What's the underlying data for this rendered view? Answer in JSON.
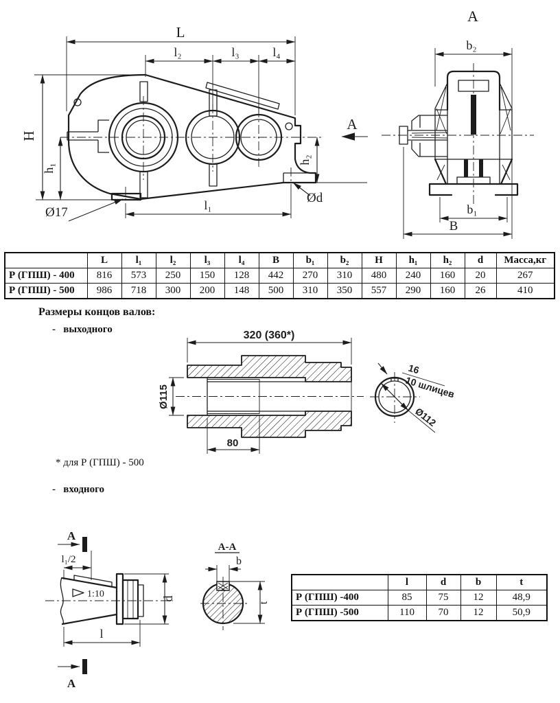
{
  "side": {
    "L": "L",
    "l2": "l₂",
    "l3": "l₃",
    "l4": "l₄",
    "H": "H",
    "h1": "h₁",
    "h2": "h₂",
    "l1": "l₁",
    "dia17": "Ø17",
    "diad": "Ød",
    "view": "А"
  },
  "end": {
    "view": "А",
    "b2": "b₂",
    "b1": "b₁",
    "B": "B"
  },
  "main_table": {
    "headers": [
      "",
      "L",
      "l₁",
      "l₂",
      "l₃",
      "l₄",
      "B",
      "b₁",
      "b₂",
      "H",
      "h₁",
      "h₂",
      "d",
      "Масса,кг"
    ],
    "rows": [
      [
        "Р (ГПШ) - 400",
        "816",
        "573",
        "250",
        "150",
        "128",
        "442",
        "270",
        "310",
        "480",
        "240",
        "160",
        "20",
        "267"
      ],
      [
        "Р (ГПШ) - 500",
        "986",
        "718",
        "300",
        "200",
        "148",
        "500",
        "310",
        "350",
        "557",
        "290",
        "160",
        "26",
        "410"
      ]
    ]
  },
  "texts": {
    "title": "Размеры концов валов:",
    "output_bullet": "-   выходного",
    "footnote": "* для Р (ГПШ) - 500",
    "input_bullet": "-   входного"
  },
  "out": {
    "len": "320 (360*)",
    "bore": "Ø115",
    "l80": "80",
    "w16": "16",
    "splines": "10 шлицев",
    "dia": "Ø112"
  },
  "inp": {
    "a_top": "А",
    "a_bot": "А",
    "half": "l₁/2",
    "taper": "1:10",
    "d": "d",
    "l": "l",
    "sec": "А-А",
    "b": "b",
    "t": "t"
  },
  "input_table": {
    "headers": [
      "",
      "l",
      "d",
      "b",
      "t"
    ],
    "rows": [
      [
        "Р (ГПШ) -400",
        "85",
        "75",
        "12",
        "48,9"
      ],
      [
        "Р (ГПШ) -500",
        "110",
        "70",
        "12",
        "50,9"
      ]
    ]
  }
}
